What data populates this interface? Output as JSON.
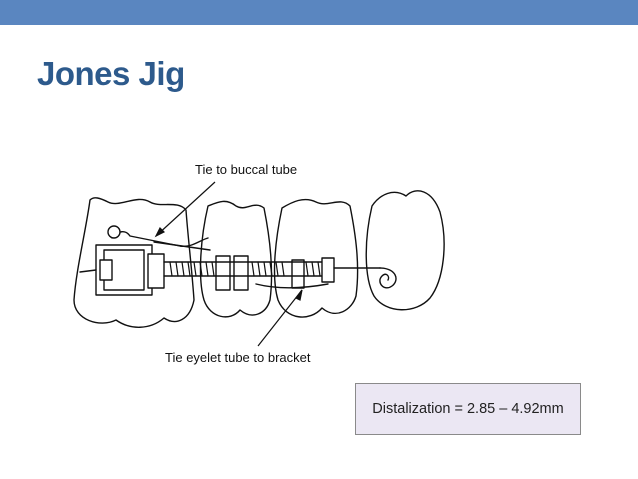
{
  "slide": {
    "title": "Jones Jig",
    "accent_color": "#5a86c0",
    "title_color": "#2d5a8c"
  },
  "diagram": {
    "label_top": "Tie to buccal tube",
    "label_bottom": "Tie eyelet tube to bracket"
  },
  "caption": {
    "text": "Distalization = 2.85 – 4.92mm",
    "background": "#ebe7f3"
  }
}
